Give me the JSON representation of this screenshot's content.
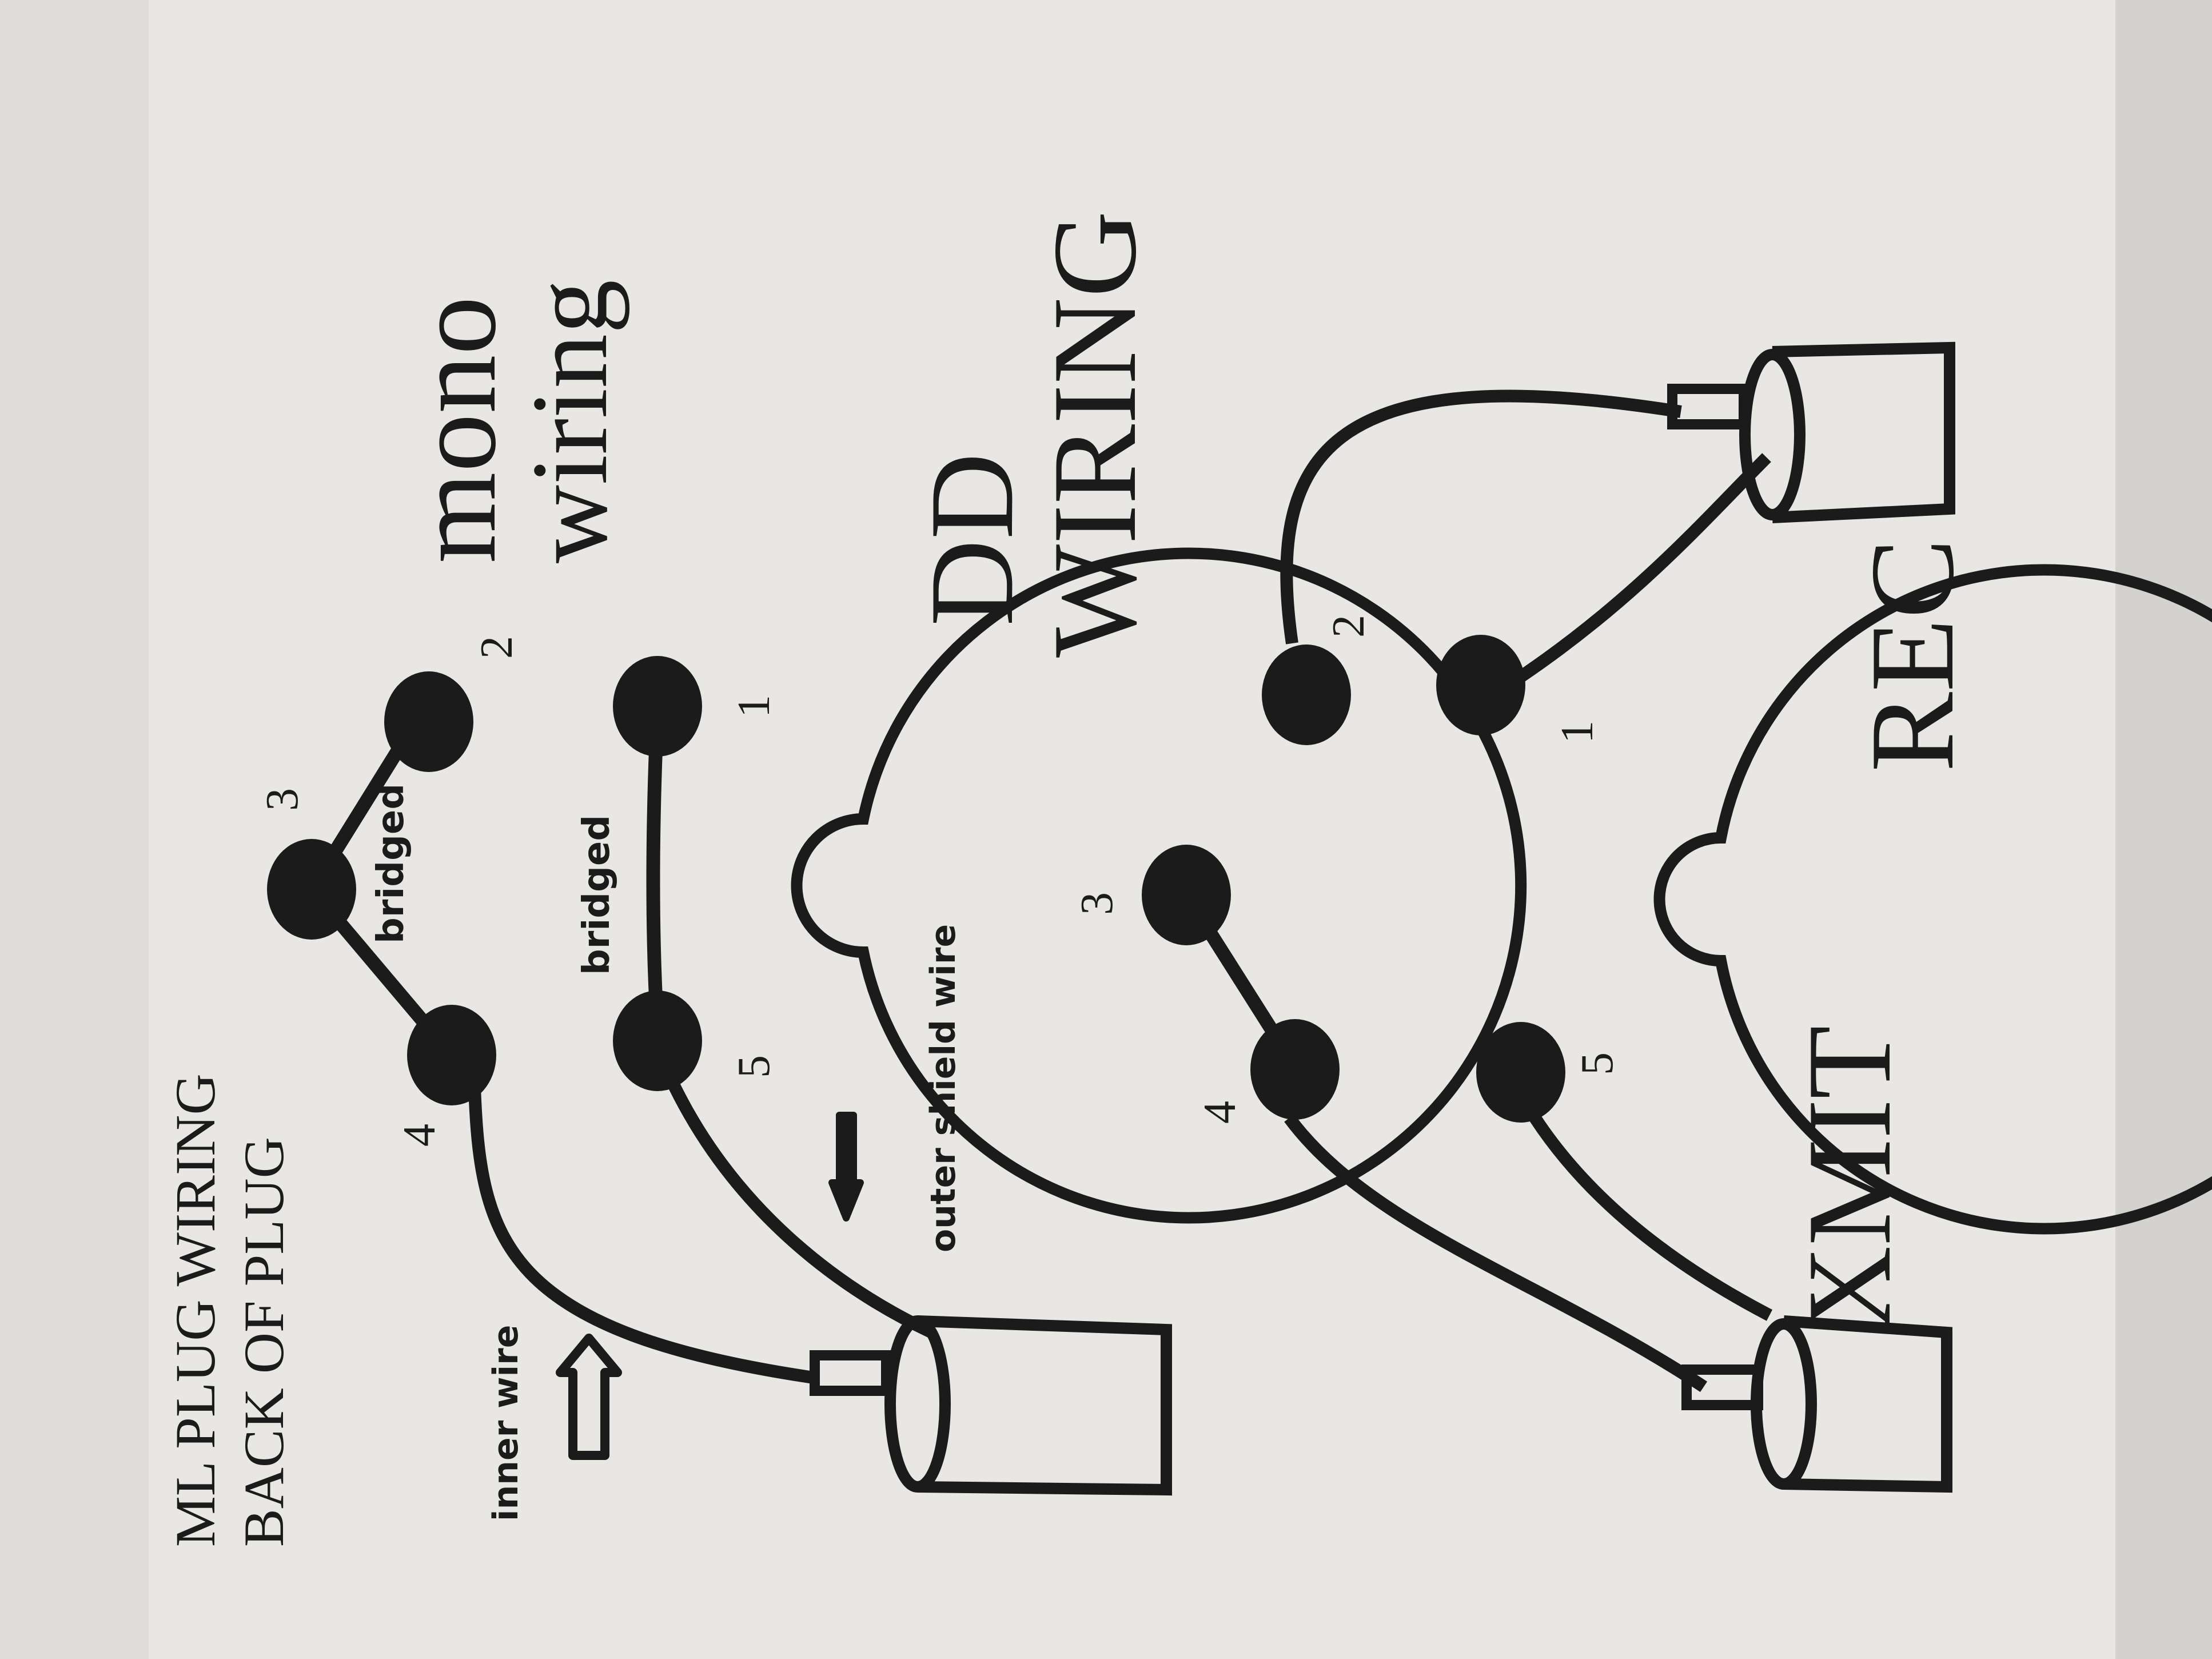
{
  "colors": {
    "paper": "#e8e7e4",
    "ink": "#1b1b1b",
    "background": "#b9b6b3"
  },
  "ml_plug": {
    "title_line1": "ML PLUG WIRING",
    "title_line2": "BACK OF PLUG",
    "mode_line1": "mono",
    "mode_line2": "wiring",
    "pins": {
      "p1": "1",
      "p2": "2",
      "p3": "3",
      "p4": "4",
      "p5": "5"
    },
    "bridge_label_a": "bridged",
    "bridge_label_b": "bridged",
    "inner_wire_label": "inner wire",
    "outer_shield_label": "outer shield wire"
  },
  "dd_plug": {
    "title_line1": "DD",
    "title_line2": "WIRING",
    "pins": {
      "p1": "1",
      "p2": "2",
      "p3": "3",
      "p4": "4",
      "p5": "5"
    },
    "xmit_label": "XMIT",
    "rec_label": "REC"
  }
}
